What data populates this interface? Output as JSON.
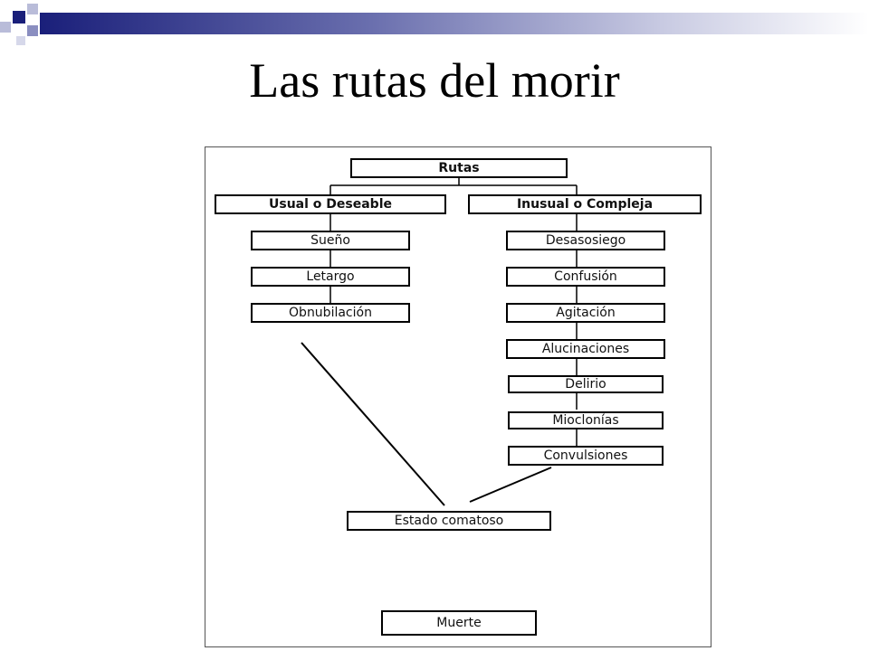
{
  "slide": {
    "title": "Las rutas del morir"
  },
  "theme": {
    "accent_dark": "#1a1f7a",
    "accent_light": "#c8cae2"
  },
  "diagram": {
    "root": "Rutas",
    "branches": [
      {
        "label": "Usual o Deseable",
        "steps": [
          "Sueño",
          "Letargo",
          "Obnubilación"
        ]
      },
      {
        "label": "Inusual o Compleja",
        "steps": [
          "Desasosiego",
          "Confusión",
          "Agitación",
          "Alucinaciones",
          "Delirio",
          "Mioclonías",
          "Convulsiones"
        ]
      }
    ],
    "converge": "Estado comatoso",
    "end": "Muerte"
  }
}
